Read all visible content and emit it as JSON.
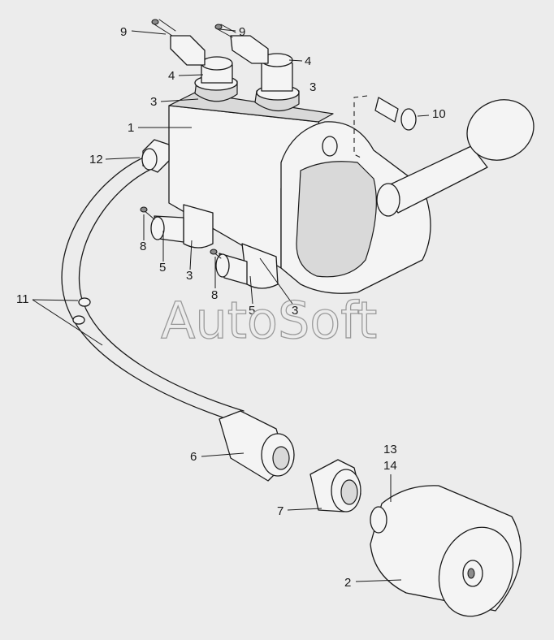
{
  "watermark": "AutoSoft",
  "callouts": {
    "c1": "1",
    "c2": "2",
    "c3a": "3",
    "c3b": "3",
    "c3c": "3",
    "c3d": "3",
    "c4a": "4",
    "c4b": "4",
    "c5a": "5",
    "c5b": "5",
    "c6": "6",
    "c7": "7",
    "c8a": "8",
    "c8b": "8",
    "c9a": "9",
    "c9b": "9",
    "c10": "10",
    "c11": "11",
    "c12": "12",
    "c13": "13",
    "c14": "14"
  }
}
